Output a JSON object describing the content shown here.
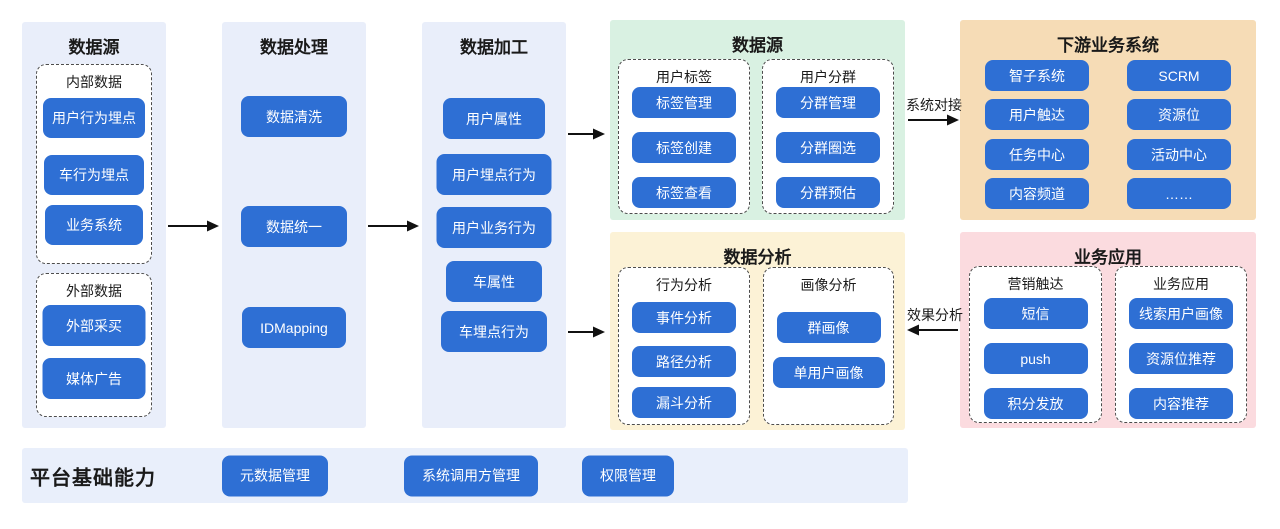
{
  "palette": {
    "blue": "#2e6fd4",
    "column_bg": "#e9eefa",
    "green_bg": "#d9f1e2",
    "yellow_bg": "#fcf2d6",
    "orange_bg": "#f6dcb6",
    "pink_bg": "#fbdbdf",
    "footer_bg": "#e9effb",
    "arrow": "#111111"
  },
  "col_source": {
    "title": "数据源",
    "internal": {
      "label": "内部数据",
      "items": [
        "用户行为埋点",
        "车行为埋点",
        "业务系统"
      ]
    },
    "external": {
      "label": "外部数据",
      "items": [
        "外部采买",
        "媒体广告"
      ]
    }
  },
  "col_processing": {
    "title": "数据处理",
    "items": [
      "数据清洗",
      "数据统一",
      "IDMapping"
    ]
  },
  "col_refining": {
    "title": "数据加工",
    "items": [
      "用户属性",
      "用户埋点行为",
      "用户业务行为",
      "车属性",
      "车埋点行为"
    ]
  },
  "panel_tags": {
    "title": "数据源",
    "tags": {
      "label": "用户标签",
      "items": [
        "标签管理",
        "标签创建",
        "标签查看"
      ]
    },
    "segments": {
      "label": "用户分群",
      "items": [
        "分群管理",
        "分群圈选",
        "分群预估"
      ]
    }
  },
  "panel_analysis": {
    "title": "数据分析",
    "behavior": {
      "label": "行为分析",
      "items": [
        "事件分析",
        "路径分析",
        "漏斗分析"
      ]
    },
    "profile": {
      "label": "画像分析",
      "items": [
        "群画像",
        "单用户画像"
      ]
    }
  },
  "panel_downstream": {
    "title": "下游业务系统",
    "left_items": [
      "智子系统",
      "用户触达",
      "任务中心",
      "内容频道"
    ],
    "right_items": [
      "SCRM",
      "资源位",
      "活动中心",
      "……"
    ]
  },
  "panel_business": {
    "title": "业务应用",
    "marketing": {
      "label": "营销触达",
      "items": [
        "短信",
        "push",
        "积分发放"
      ]
    },
    "apps": {
      "label": "业务应用",
      "items": [
        "线索用户画像",
        "资源位推荐",
        "内容推荐"
      ]
    }
  },
  "arrows": {
    "system_link_label": "系统对接",
    "effect_label": "效果分析"
  },
  "footer": {
    "title": "平台基础能力",
    "items": [
      "元数据管理",
      "系统调用方管理",
      "权限管理"
    ]
  }
}
